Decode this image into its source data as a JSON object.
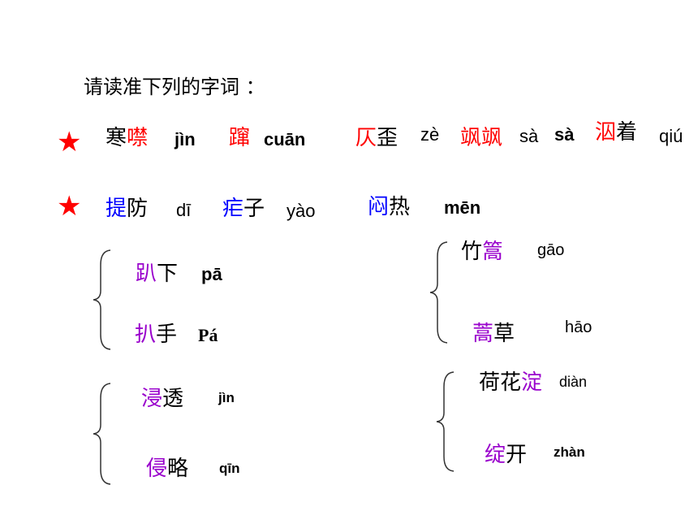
{
  "title": "请读准下列的字词 ：",
  "row1": {
    "star": "★",
    "w1_a": "寒",
    "w1_b": "噤",
    "w1_py": "jìn",
    "w2": "蹿",
    "w2_py": "cuān",
    "w3_a": "仄",
    "w3_b": "歪",
    "w3_py": "zè",
    "w4": "飒飒",
    "w4_py1": "sà",
    "w4_py2": "sà",
    "w5_a": "泅",
    "w5_b": "着",
    "w5_py": "qiú"
  },
  "row2": {
    "star": "★",
    "w1_a": "提",
    "w1_b": "防",
    "w1_py": "dī",
    "w2_a": "疟",
    "w2_b": "子",
    "w2_py": "yào",
    "w3_a": "闷",
    "w3_b": "热",
    "w3_py": "mēn"
  },
  "groups": {
    "g1": {
      "a1": "趴",
      "a2": "下",
      "a_py": "pā",
      "b1": "扒",
      "b2": "手",
      "b_py": "Pá"
    },
    "g2": {
      "a1": "竹",
      "a2": "篙",
      "a_py": "gāo",
      "b1": "蒿",
      "b2": "草",
      "b_py": "hāo"
    },
    "g3": {
      "a1": "浸",
      "a2": "透",
      "a_py": "jìn",
      "b1": "侵",
      "b2": "略",
      "b_py": "qīn"
    },
    "g4": {
      "a1": "荷花",
      "a2": "淀",
      "a_py": "diàn",
      "b1": "绽",
      "b2": "开",
      "b_py": "zhàn"
    }
  },
  "colors": {
    "red": "#ff0000",
    "blue": "#0000ff",
    "purple": "#9900cc"
  }
}
